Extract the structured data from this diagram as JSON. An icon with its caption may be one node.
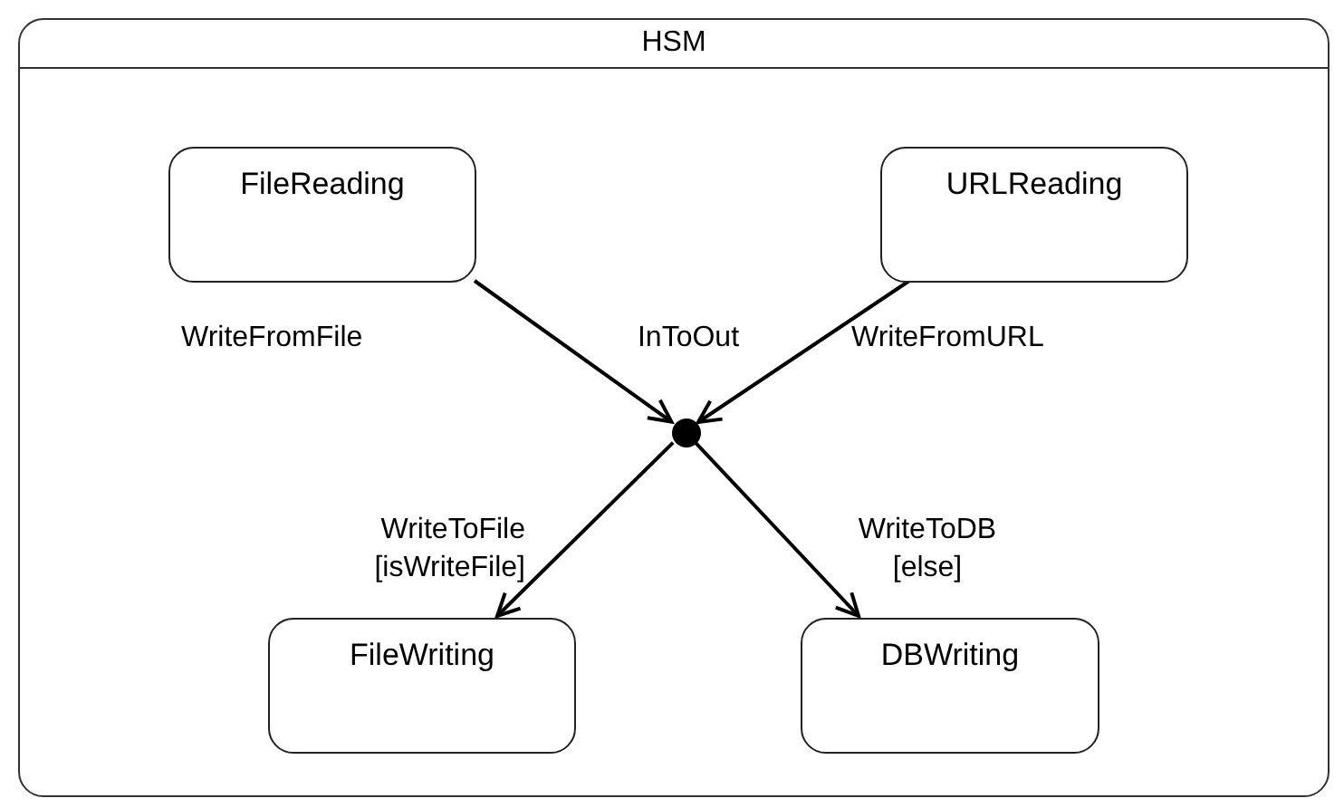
{
  "diagram": {
    "nodes": [
      {
        "text": [
          "HSM"
        ]
      },
      {
        "text": [
          "FileReading"
        ],
        "in": 0
      },
      {
        "text": [
          "URLReading"
        ],
        "in": 0
      },
      {
        "text": [],
        "shape": "circle",
        "in": 0,
        "beside": [
          "InToOut"
        ]
      },
      {
        "text": [
          "FileWriting"
        ],
        "in": 0
      },
      {
        "text": [
          "DBWriting"
        ],
        "in": 0
      }
    ],
    "edges": [
      {
        "from": 1,
        "to": 3,
        "arrow": "to",
        "label": "WriteFromFile"
      },
      {
        "from": 2,
        "to": 3,
        "arrow": "to",
        "label": "WriteFromURL"
      },
      {
        "from": 3,
        "to": 4,
        "arrow": "to",
        "label": "WriteToFile [isWriteFile]"
      },
      {
        "from": 3,
        "to": 5,
        "arrow": "to",
        "label": "WriteToDB [else]"
      }
    ]
  }
}
